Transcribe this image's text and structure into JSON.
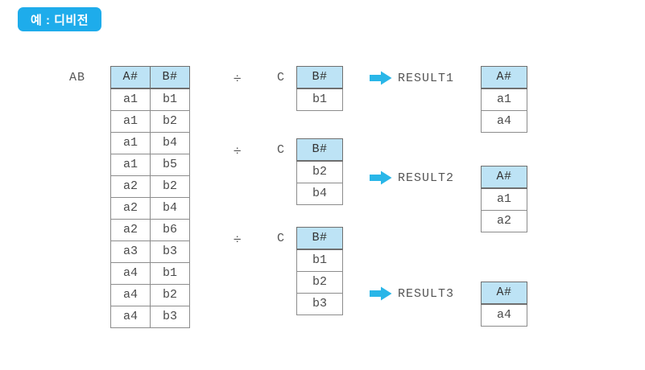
{
  "badge": {
    "label": "예 : 디비전"
  },
  "relation": {
    "name": "AB",
    "columns": [
      "A#",
      "B#"
    ],
    "rows": [
      [
        "a1",
        "b1"
      ],
      [
        "a1",
        "b2"
      ],
      [
        "a1",
        "b4"
      ],
      [
        "a1",
        "b5"
      ],
      [
        "a2",
        "b2"
      ],
      [
        "a2",
        "b4"
      ],
      [
        "a2",
        "b6"
      ],
      [
        "a3",
        "b3"
      ],
      [
        "a4",
        "b1"
      ],
      [
        "a4",
        "b2"
      ],
      [
        "a4",
        "b3"
      ]
    ]
  },
  "operations": [
    {
      "operator": "÷",
      "divisor_name": "C",
      "divisor": {
        "column": "B#",
        "rows": [
          "b1"
        ]
      },
      "arrow": "arrow-right-icon",
      "result_label": "RESULT1",
      "result": {
        "column": "A#",
        "rows": [
          "a1",
          "a4"
        ]
      }
    },
    {
      "operator": "÷",
      "divisor_name": "C",
      "divisor": {
        "column": "B#",
        "rows": [
          "b2",
          "b4"
        ]
      },
      "arrow": "arrow-right-icon",
      "result_label": "RESULT2",
      "result": {
        "column": "A#",
        "rows": [
          "a1",
          "a2"
        ]
      }
    },
    {
      "operator": "÷",
      "divisor_name": "C",
      "divisor": {
        "column": "B#",
        "rows": [
          "b1",
          "b2",
          "b3"
        ]
      },
      "arrow": "arrow-right-icon",
      "result_label": "RESULT3",
      "result": {
        "column": "A#",
        "rows": [
          "a4"
        ]
      }
    }
  ],
  "colors": {
    "badge_background": "#1eaceb",
    "badge_text": "#ffffff",
    "header_background": "#bde3f5",
    "arrow": "#29b6e8",
    "border": "#8c8c8c",
    "text": "#4a4a4a",
    "page_background": "#ffffff"
  }
}
